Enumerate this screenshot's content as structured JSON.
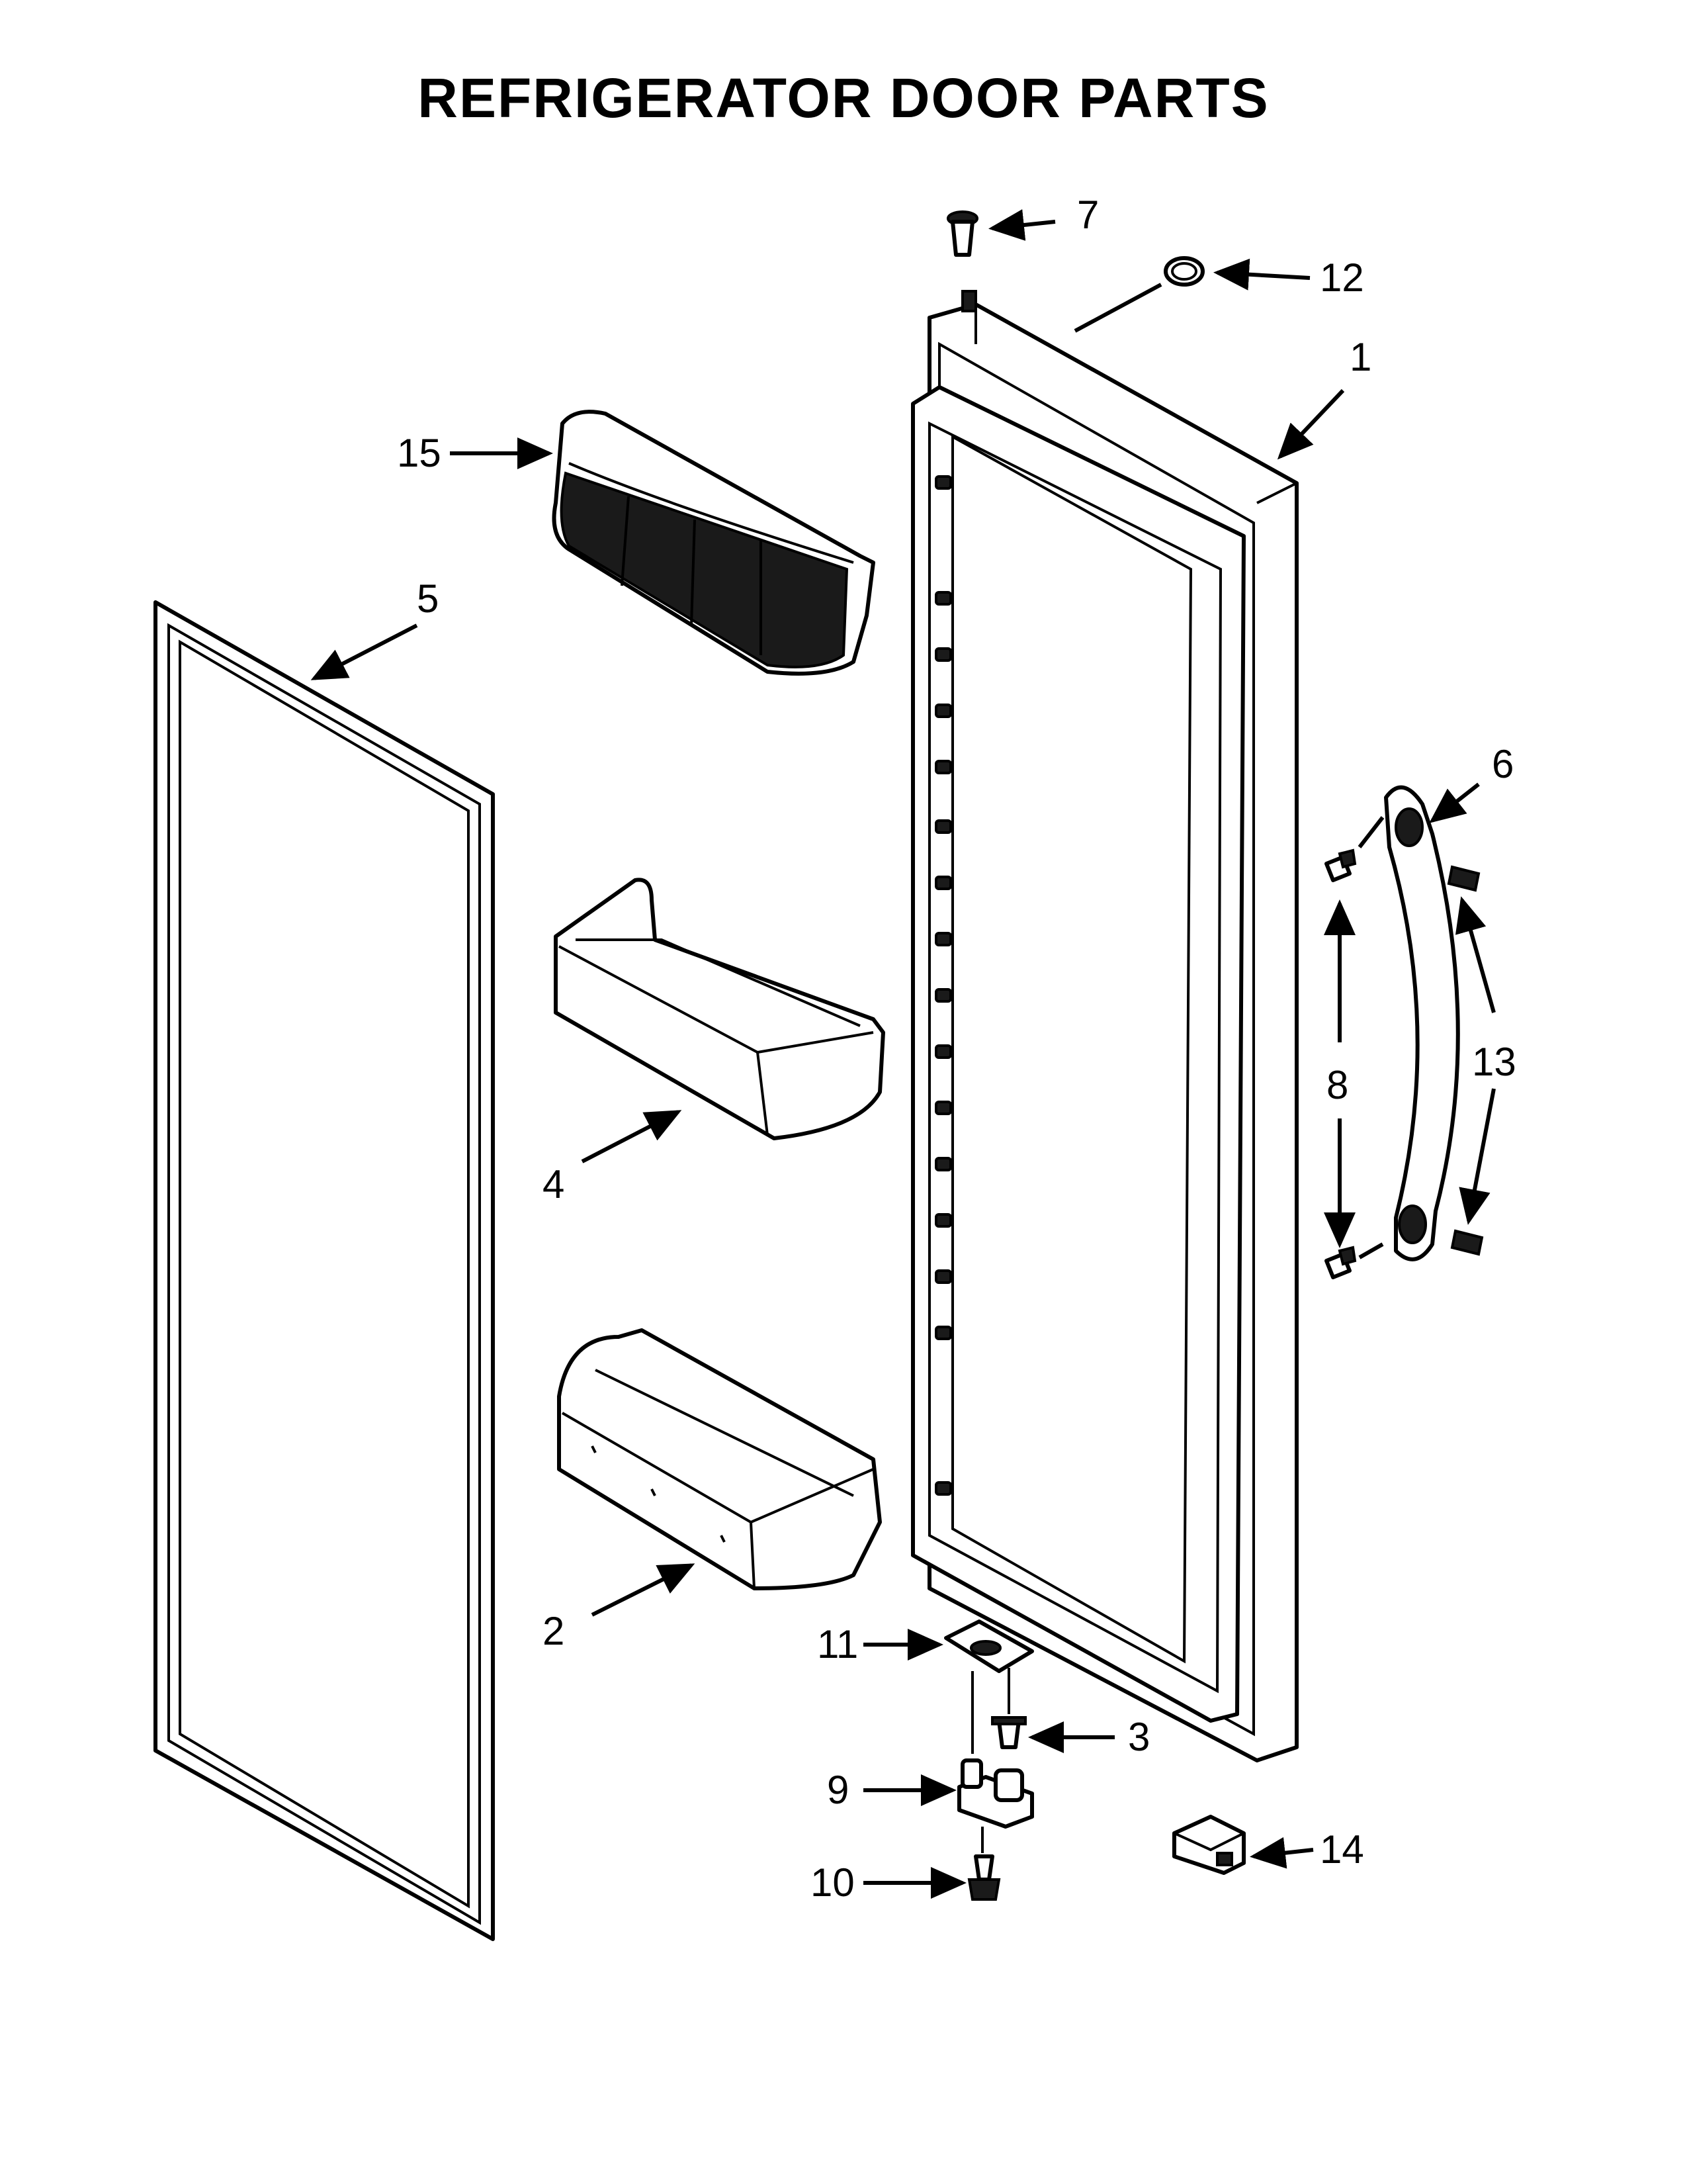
{
  "title": "REFRIGERATOR DOOR PARTS",
  "callouts": [
    {
      "id": "1",
      "text": "1"
    },
    {
      "id": "2",
      "text": "2"
    },
    {
      "id": "3",
      "text": "3"
    },
    {
      "id": "4",
      "text": "4"
    },
    {
      "id": "5",
      "text": "5"
    },
    {
      "id": "6",
      "text": "6"
    },
    {
      "id": "7",
      "text": "7"
    },
    {
      "id": "8",
      "text": "8"
    },
    {
      "id": "9",
      "text": "9"
    },
    {
      "id": "10",
      "text": "10"
    },
    {
      "id": "11",
      "text": "11"
    },
    {
      "id": "12",
      "text": "12"
    },
    {
      "id": "13",
      "text": "13"
    },
    {
      "id": "14",
      "text": "14"
    },
    {
      "id": "15",
      "text": "15"
    }
  ]
}
